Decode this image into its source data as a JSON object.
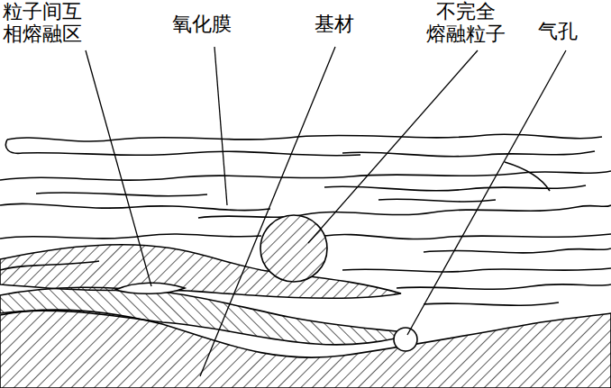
{
  "diagram": {
    "labels": [
      "粒子间互 相熔融区",
      "氧化膜",
      "基材",
      "不完全 熔融粒子",
      "气孔"
    ]
  }
}
